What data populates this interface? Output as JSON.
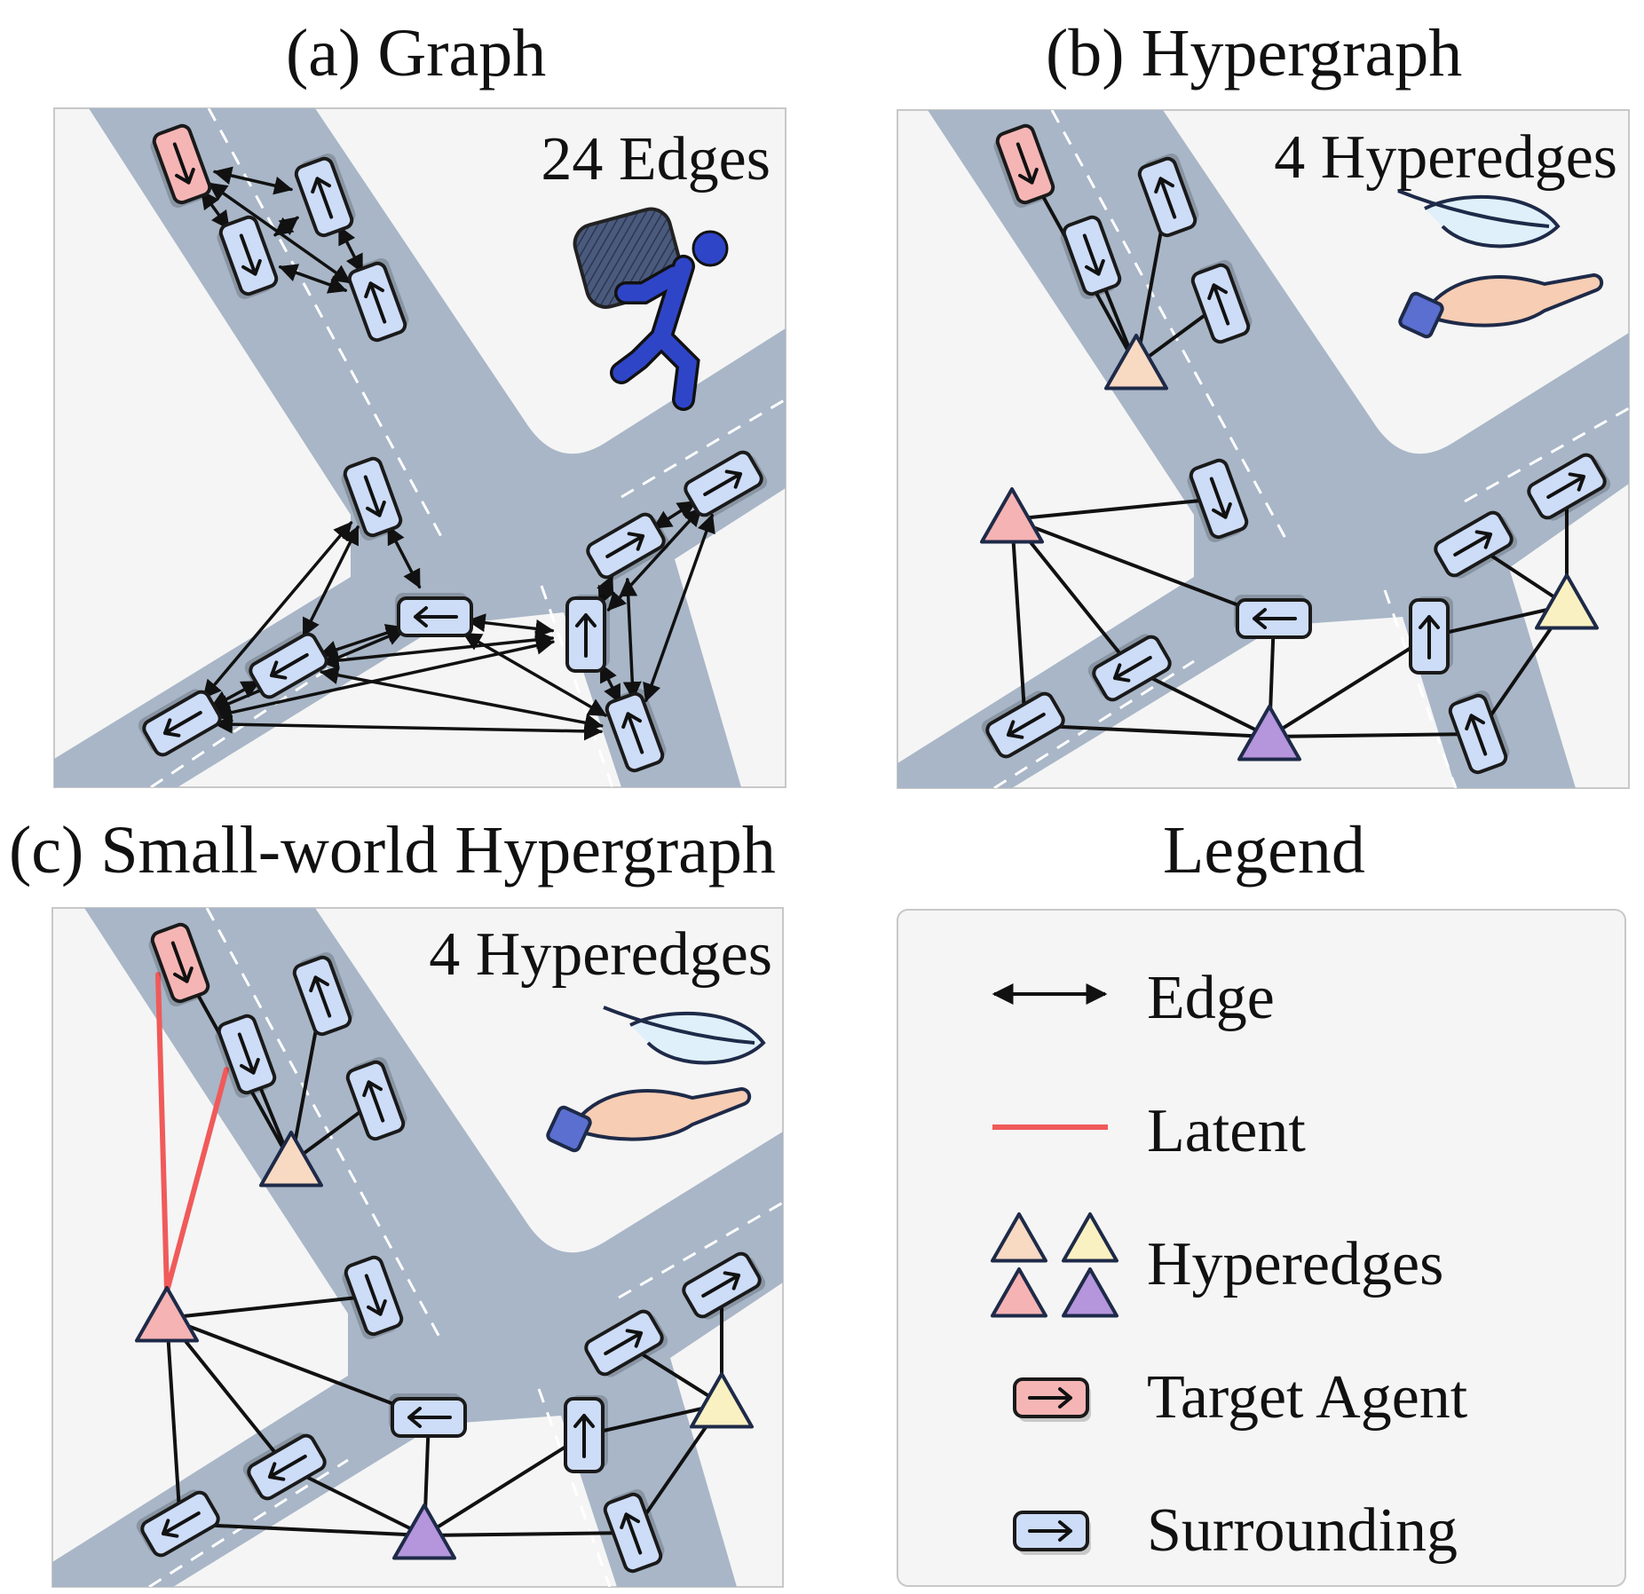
{
  "panels": {
    "graph": {
      "title": "(a) Graph",
      "count_label": "24 Edges"
    },
    "hypergraph": {
      "title": "(b) Hypergraph",
      "count_label": "4 Hyperedges"
    },
    "small_world": {
      "title": "(c) Small-world Hypergraph",
      "count_label": "4 Hyperedges"
    }
  },
  "legend": {
    "title": "Legend",
    "items": [
      {
        "label": "Edge",
        "icon": "double-arrow-icon"
      },
      {
        "label": "Latent",
        "icon": "red-line-icon"
      },
      {
        "label": "Hyperedges",
        "icon": "triangle-icons"
      },
      {
        "label": "Target Agent",
        "icon": "target-agent-icon"
      },
      {
        "label": "Surrounding",
        "icon": "surrounding-agent-icon"
      }
    ]
  },
  "colors": {
    "road": "#a8b6c7",
    "background": "#f5f5f5",
    "target_fill": "#f6b5b5",
    "surround_fill": "#cddcf7",
    "latent": "#f05a5a",
    "hyper_peach": "#f8d9c2",
    "hyper_yellow": "#faf1c2",
    "hyper_pink": "#f6b3b3",
    "hyper_purple": "#b595dc"
  }
}
